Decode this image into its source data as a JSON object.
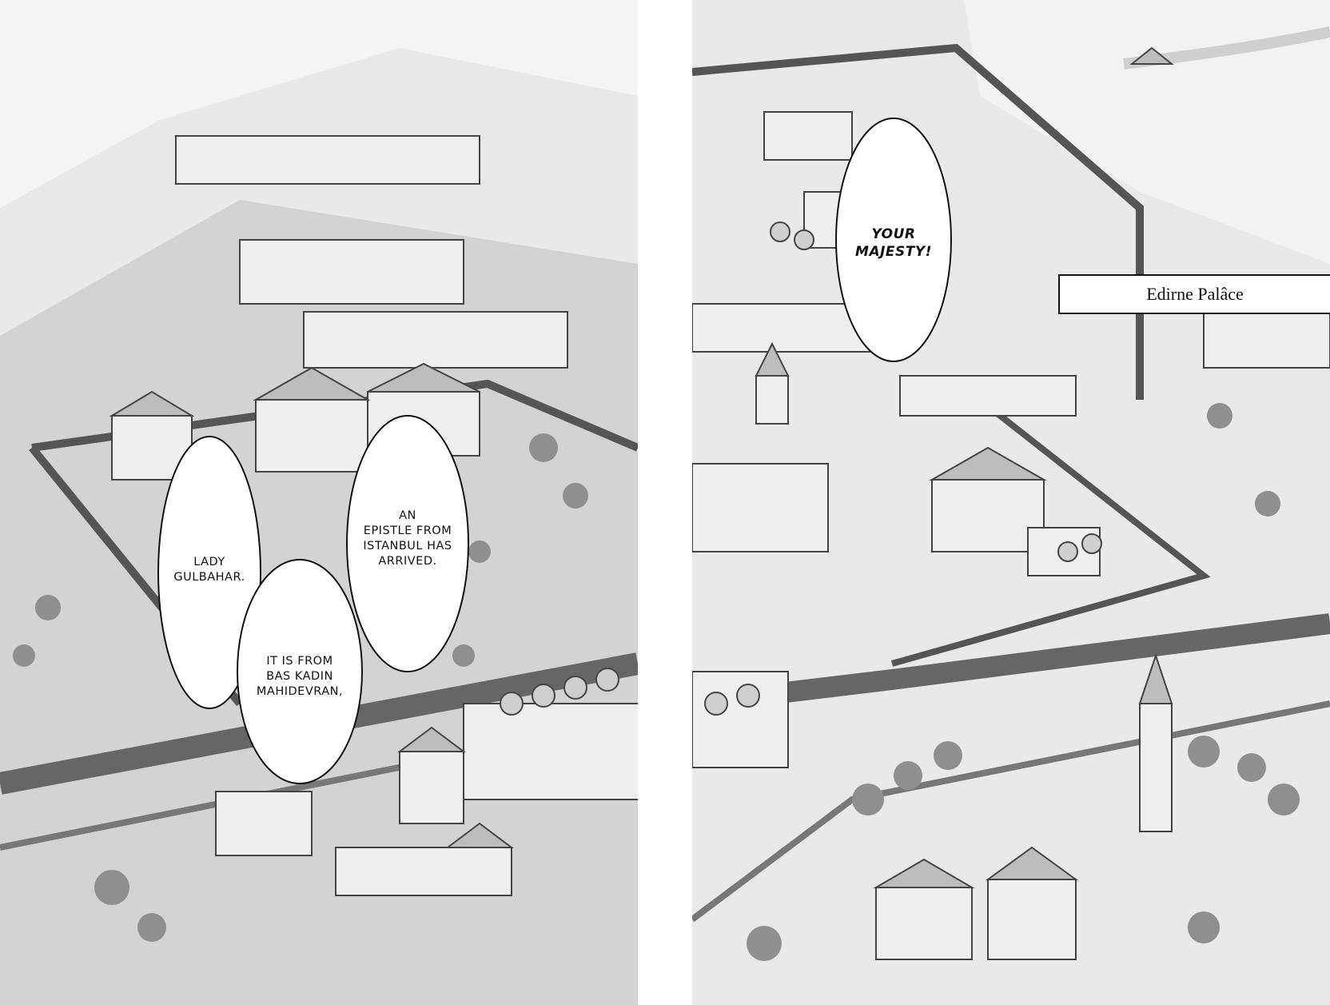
{
  "left_page": {
    "bubbles": [
      {
        "lines": [
          "LADY",
          "GULBAHAR."
        ]
      },
      {
        "lines": [
          "AN",
          "EPISTLE FROM",
          "ISTANBUL HAS",
          "ARRIVED."
        ]
      },
      {
        "lines": [
          "IT IS FROM",
          "BAS KADIN",
          "MAHIDEVRAN,"
        ]
      }
    ]
  },
  "right_page": {
    "bubble": {
      "lines": [
        "YOUR",
        "MAJESTY!"
      ]
    },
    "caption": "Edirne Palâce"
  }
}
